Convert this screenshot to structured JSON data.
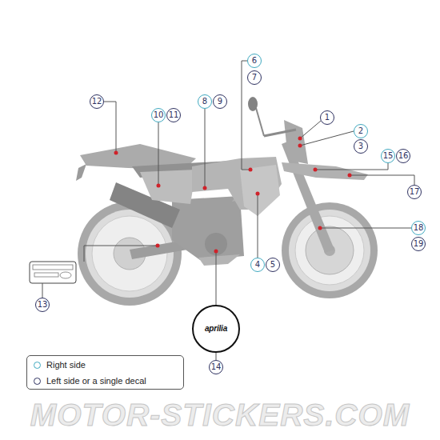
{
  "diagram": {
    "nodes": [
      {
        "text": [
          "6"
        ]
      },
      {
        "text": [
          "7"
        ]
      },
      {
        "text": [
          "12"
        ]
      },
      {
        "text": [
          "8"
        ]
      },
      {
        "text": [
          "9"
        ]
      },
      {
        "text": [
          "10"
        ]
      },
      {
        "text": [
          "11"
        ]
      },
      {
        "text": [
          "1"
        ]
      },
      {
        "text": [
          "2"
        ]
      },
      {
        "text": [
          "3"
        ]
      },
      {
        "text": [
          "15"
        ]
      },
      {
        "text": [
          "16"
        ]
      },
      {
        "text": [
          "17"
        ]
      },
      {
        "text": [
          "18"
        ]
      },
      {
        "text": [
          "19"
        ]
      },
      {
        "text": [
          "4"
        ]
      },
      {
        "text": [
          "5"
        ]
      },
      {
        "text": [
          "13"
        ]
      },
      {
        "text": [
          "aprilia"
        ]
      },
      {
        "text": [
          "14"
        ]
      }
    ],
    "edges": [
      {
        "from": 18,
        "to": 19,
        "arrow": "none"
      }
    ],
    "labels": [
      "MOTOR-STICKERS.COM"
    ],
    "legend": [
      {
        "text": "Right side",
        "color": "#3fa9c0"
      },
      {
        "text": "Left side or a single decal",
        "color": "#2e3160"
      }
    ]
  }
}
